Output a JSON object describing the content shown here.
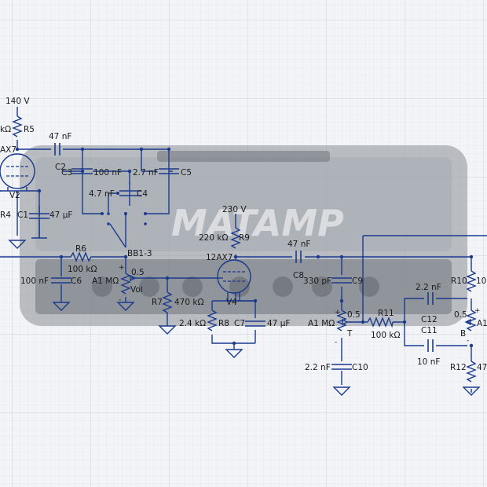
{
  "brand_text": "MATAMP",
  "labels": {
    "v140": "140 V",
    "r5": "R5",
    "r5_val": "kΩ",
    "v2_tube": "AX7",
    "v2": "V2",
    "c2_val": "47 nF",
    "c2": "C2",
    "c3": "C3",
    "c3_val": "100 nF",
    "c5_val": "2.7 nF",
    "c5": "C5",
    "c4_val": "4.7 nF",
    "c4": "C4",
    "r4": "R4",
    "c1": "C1",
    "c1_val": "47 µF",
    "v230": "230 V",
    "r9_val": "220 kΩ",
    "r9": "R9",
    "v4_tube": "12AX7",
    "v4": "V4",
    "c8_val": "47 nF",
    "c8": "C8",
    "r6": "R6",
    "r6_val": "100 kΩ",
    "bb": "BB1-3",
    "c6_val": "100 nF",
    "c6": "C6",
    "vol_val": "A1 MΩ",
    "vol_pos": "0.5",
    "vol": "Vol",
    "r7": "R7",
    "r7_val": "470 kΩ",
    "r8_val": "2.4 kΩ",
    "r8": "R8",
    "c7": "C7",
    "c7_val": "47 µF",
    "c9_val": "330 pF",
    "c9": "C9",
    "t_val": "A1 MΩ",
    "t_pos": "0.5",
    "t": "T",
    "r11": "R11",
    "r11_val": "100 kΩ",
    "c10_val": "2.2 nF",
    "c10": "C10",
    "c12_val": "2.2 nF",
    "c12": "C12",
    "c11": "C11",
    "c11_val": "10 nF",
    "r10": "R10",
    "r10_val": "10",
    "b_pos": "0.5",
    "b_val": "A1",
    "b": "B",
    "r12": "R12",
    "r12_val": "47"
  }
}
